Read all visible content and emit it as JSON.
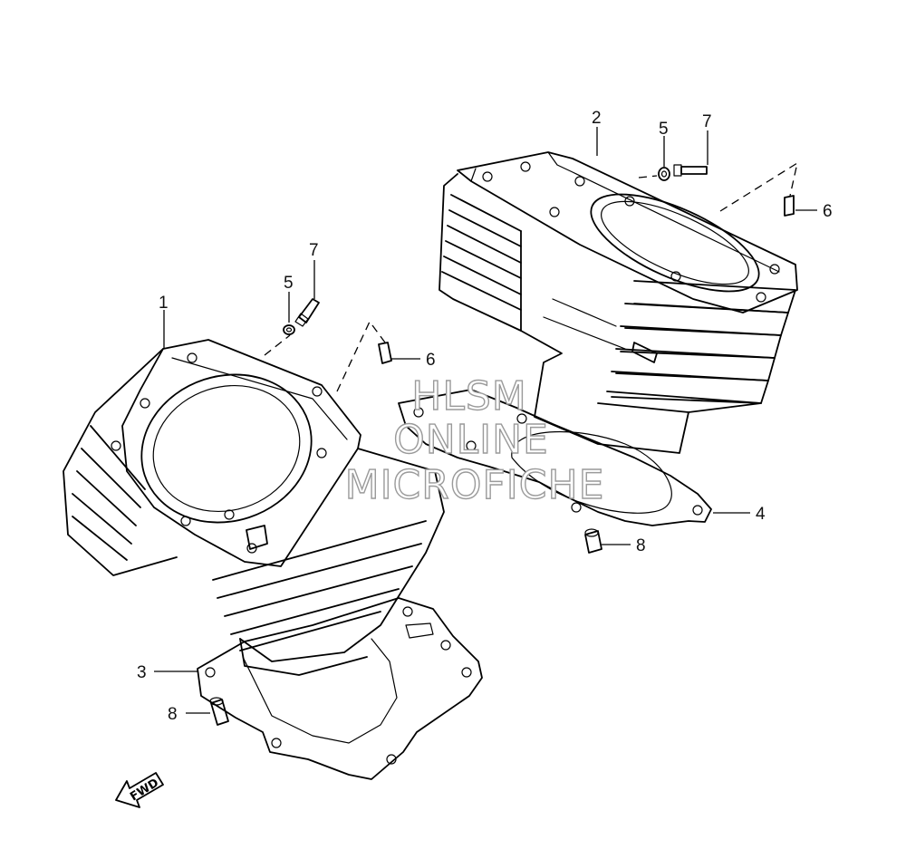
{
  "diagram": {
    "callouts": [
      {
        "id": "c1",
        "label": "1"
      },
      {
        "id": "c2",
        "label": "2"
      },
      {
        "id": "c3",
        "label": "3"
      },
      {
        "id": "c4",
        "label": "4"
      },
      {
        "id": "c5a",
        "label": "5"
      },
      {
        "id": "c5b",
        "label": "5"
      },
      {
        "id": "c6a",
        "label": "6"
      },
      {
        "id": "c6b",
        "label": "6"
      },
      {
        "id": "c7a",
        "label": "7"
      },
      {
        "id": "c7b",
        "label": "7"
      },
      {
        "id": "c8a",
        "label": "8"
      },
      {
        "id": "c8b",
        "label": "8"
      }
    ],
    "watermark": [
      "HLSM",
      "ONLINE",
      "MICROFICHE"
    ],
    "direction_badge": "FWD"
  }
}
